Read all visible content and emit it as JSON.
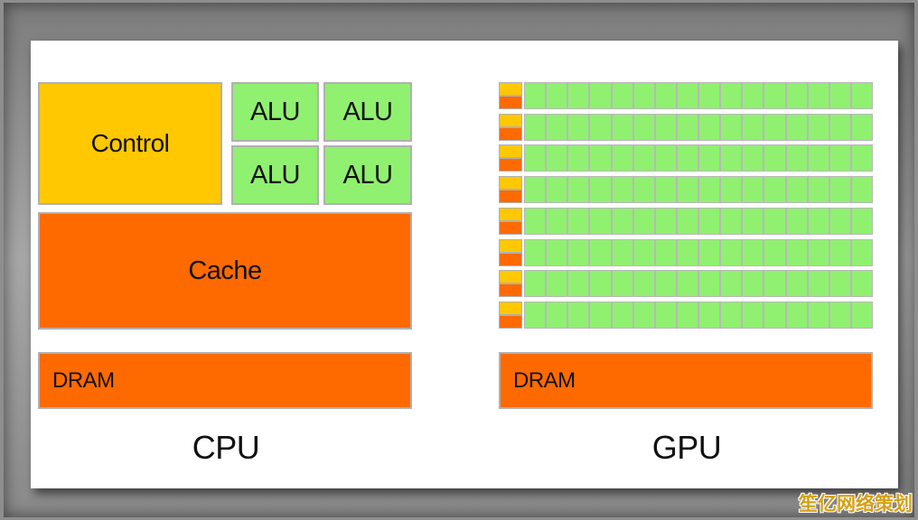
{
  "cpu": {
    "control_label": "Control",
    "alu_labels": [
      "ALU",
      "ALU",
      "ALU",
      "ALU"
    ],
    "cache_label": "Cache",
    "dram_label": "DRAM",
    "title": "CPU"
  },
  "gpu": {
    "rows": 8,
    "alus_per_row": 16,
    "dram_label": "DRAM",
    "title": "GPU"
  },
  "colors": {
    "control": "#ffc800",
    "alu": "#90f070",
    "cache": "#ff6a00",
    "dram": "#ff6a00",
    "border": "#b0b0b0"
  },
  "watermark": "笙亿网络策划"
}
